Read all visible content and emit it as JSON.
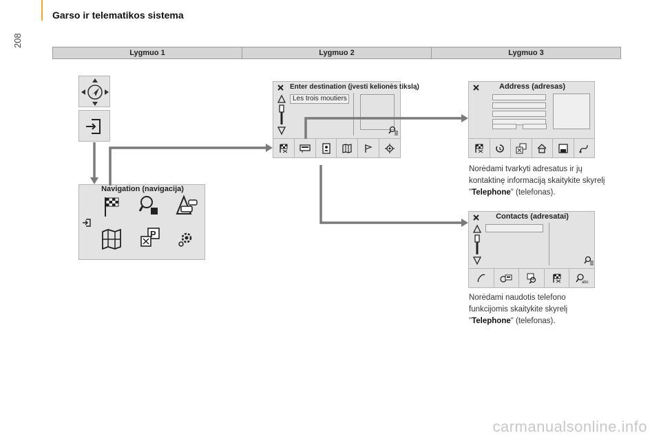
{
  "page": {
    "number": "208",
    "title": "Garso ir telematikos sistema",
    "accent_color": "#f5a623"
  },
  "levels_header": [
    "Lygmuo 1",
    "Lygmuo 2",
    "Lygmuo 3"
  ],
  "navigation_screen": {
    "title": "Navigation (navigacija)",
    "icons": [
      "back-icon",
      "flag-icon",
      "search-poi-icon",
      "traffic-icon",
      "map-icon",
      "parking-poi-icon",
      "settings-icon"
    ]
  },
  "enter_destination_screen": {
    "title": "Enter destination (įvesti kelionės tikslą)",
    "input_value": "Les trois moutiers",
    "icons": [
      "flag-icon",
      "address-card-icon",
      "contacts-icon",
      "map-icon",
      "flag-start-icon",
      "position-icon"
    ]
  },
  "address_screen": {
    "title": "Address (adresas)",
    "icons": [
      "flag-icon",
      "recent-icon",
      "poi-icon",
      "home-icon",
      "save-icon",
      "route-icon"
    ],
    "description_pre": "Norėdami tvarkyti adresatus ir jų kontaktinę informaciją skaitykite skyrelį \"",
    "description_bold": "Telephone",
    "description_post": "\" (telefonas)."
  },
  "contacts_screen": {
    "title": "Contacts (adresatai)",
    "icons": [
      "phone-icon",
      "card-icon",
      "search-contact-icon",
      "flag-icon",
      "search-abc-icon"
    ],
    "description_pre": "Norėdami naudotis telefono funkcijomis skaitykite skyrelį \"",
    "description_bold": "Telephone",
    "description_post": "\" (telefonas)."
  },
  "watermark": "carmanualsonline.info",
  "colors": {
    "arrow": "#7a7a7a",
    "panel": "#e3e3e3",
    "header": "#d5d5d5"
  }
}
